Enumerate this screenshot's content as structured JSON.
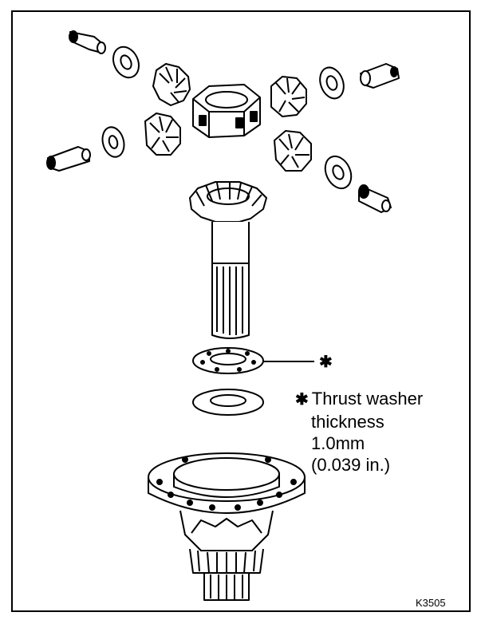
{
  "figure_code": "K3505",
  "callout": {
    "marker": "✱",
    "lines": [
      "Thrust washer",
      "thickness",
      "1.0mm",
      "(0.039 in.)"
    ]
  },
  "colors": {
    "ink": "#000000",
    "paper": "#ffffff"
  }
}
